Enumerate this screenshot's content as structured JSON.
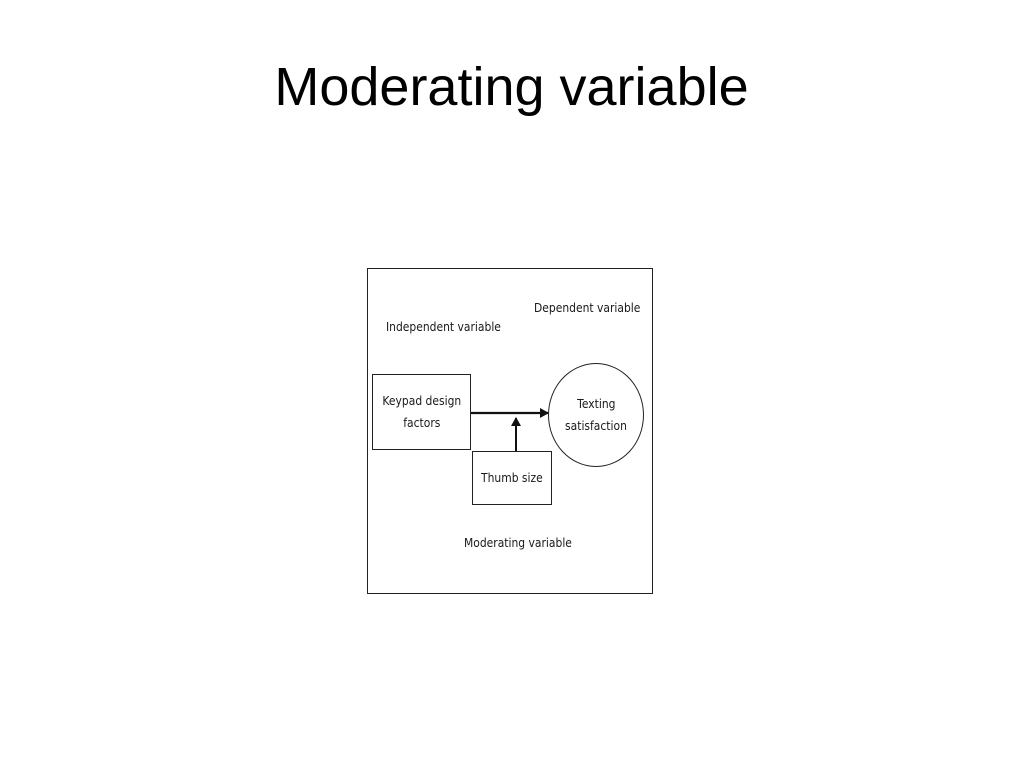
{
  "slide": {
    "title": "Moderating variable"
  },
  "diagram": {
    "labels": {
      "independent": "Independent variable",
      "dependent": "Dependent variable",
      "moderating": "Moderating variable"
    },
    "nodes": {
      "keypad": {
        "line1": "Keypad design",
        "line2": "factors"
      },
      "texting": {
        "line1": "Texting",
        "line2": "satisfaction"
      },
      "thumb": {
        "label": "Thumb size"
      }
    },
    "edges": [
      {
        "from": "keypad",
        "to": "texting",
        "style": "arrow"
      },
      {
        "from": "thumb",
        "to": "keypad-texting-edge",
        "style": "arrow"
      }
    ],
    "colors": {
      "stroke": "#222222",
      "text": "#1a1a1a"
    }
  }
}
